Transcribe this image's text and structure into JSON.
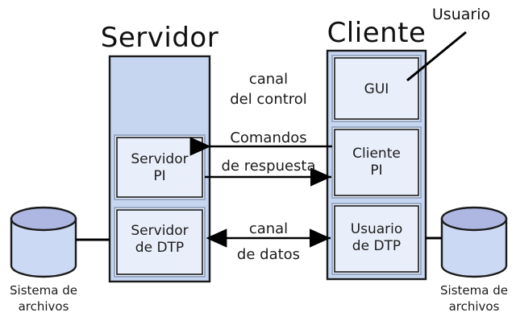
{
  "diagram": {
    "title_server": "Servidor",
    "title_client": "Cliente",
    "user_callout": "Usuario",
    "server_modules": [
      {
        "line1": "Servidor",
        "line2": "PI"
      },
      {
        "line1": "Servidor",
        "line2": "de DTP"
      }
    ],
    "client_modules": [
      {
        "line1": "GUI",
        "line2": ""
      },
      {
        "line1": "Cliente",
        "line2": "PI"
      },
      {
        "line1": "Usuario",
        "line2": "de DTP"
      }
    ],
    "channels": {
      "control_line1": "canal",
      "control_line2": "del control",
      "commands": "Comandos",
      "responses": "de respuesta",
      "data_line1": "canal",
      "data_line2": "de datos"
    },
    "filesystem_left": {
      "line1": "Sistema de",
      "line2": "archivos"
    },
    "filesystem_right": {
      "line1": "Sistema de",
      "line2": "archivos"
    },
    "colors": {
      "outer_fill": "#c6d6f0",
      "inner_fill": "#e9effa",
      "frame_light": "#b9c7dd",
      "stroke": "#1b1b1b",
      "cylinder_top": "#aeb7e2",
      "cylinder_body": "#ccd9f4",
      "background": "#ffffff"
    }
  }
}
